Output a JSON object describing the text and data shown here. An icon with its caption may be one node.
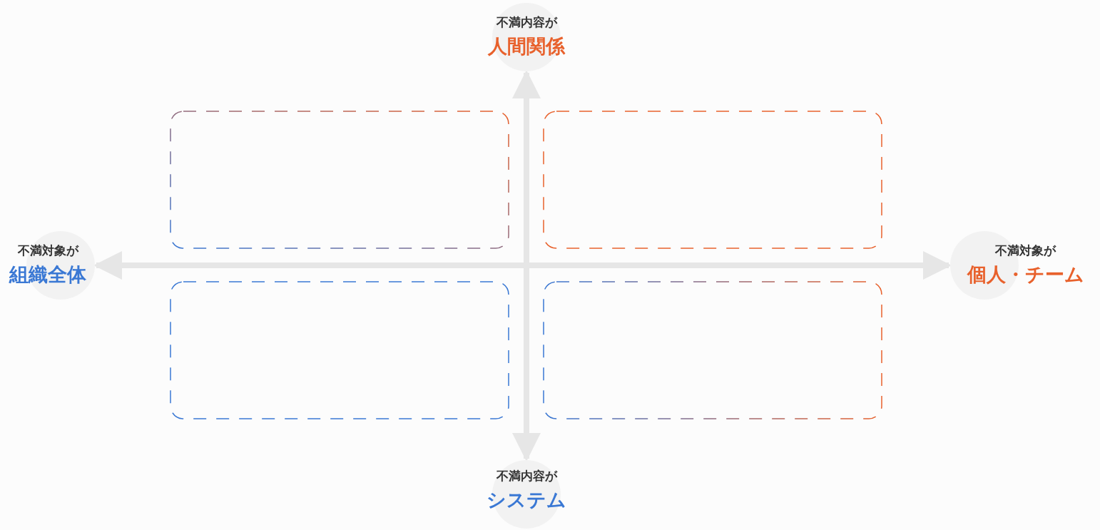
{
  "diagram": {
    "nodes": [
      {
        "text": [
          "不満内容が",
          "人間関係"
        ]
      },
      {
        "text": [
          "不満対象が",
          "組織全体"
        ]
      },
      {
        "text": [],
        "shape": "box"
      },
      {
        "text": [],
        "shape": "box"
      },
      {
        "text": [
          "不満対象が",
          "個人・チーム"
        ]
      },
      {
        "text": [],
        "shape": "box"
      },
      {
        "text": [],
        "shape": "box"
      },
      {
        "text": [
          "不満内容が",
          "システム"
        ]
      }
    ],
    "edges": [
      {
        "from": 1,
        "to": 4,
        "arrow": "both"
      },
      {
        "from": 0,
        "to": 7,
        "arrow": "both"
      }
    ]
  }
}
